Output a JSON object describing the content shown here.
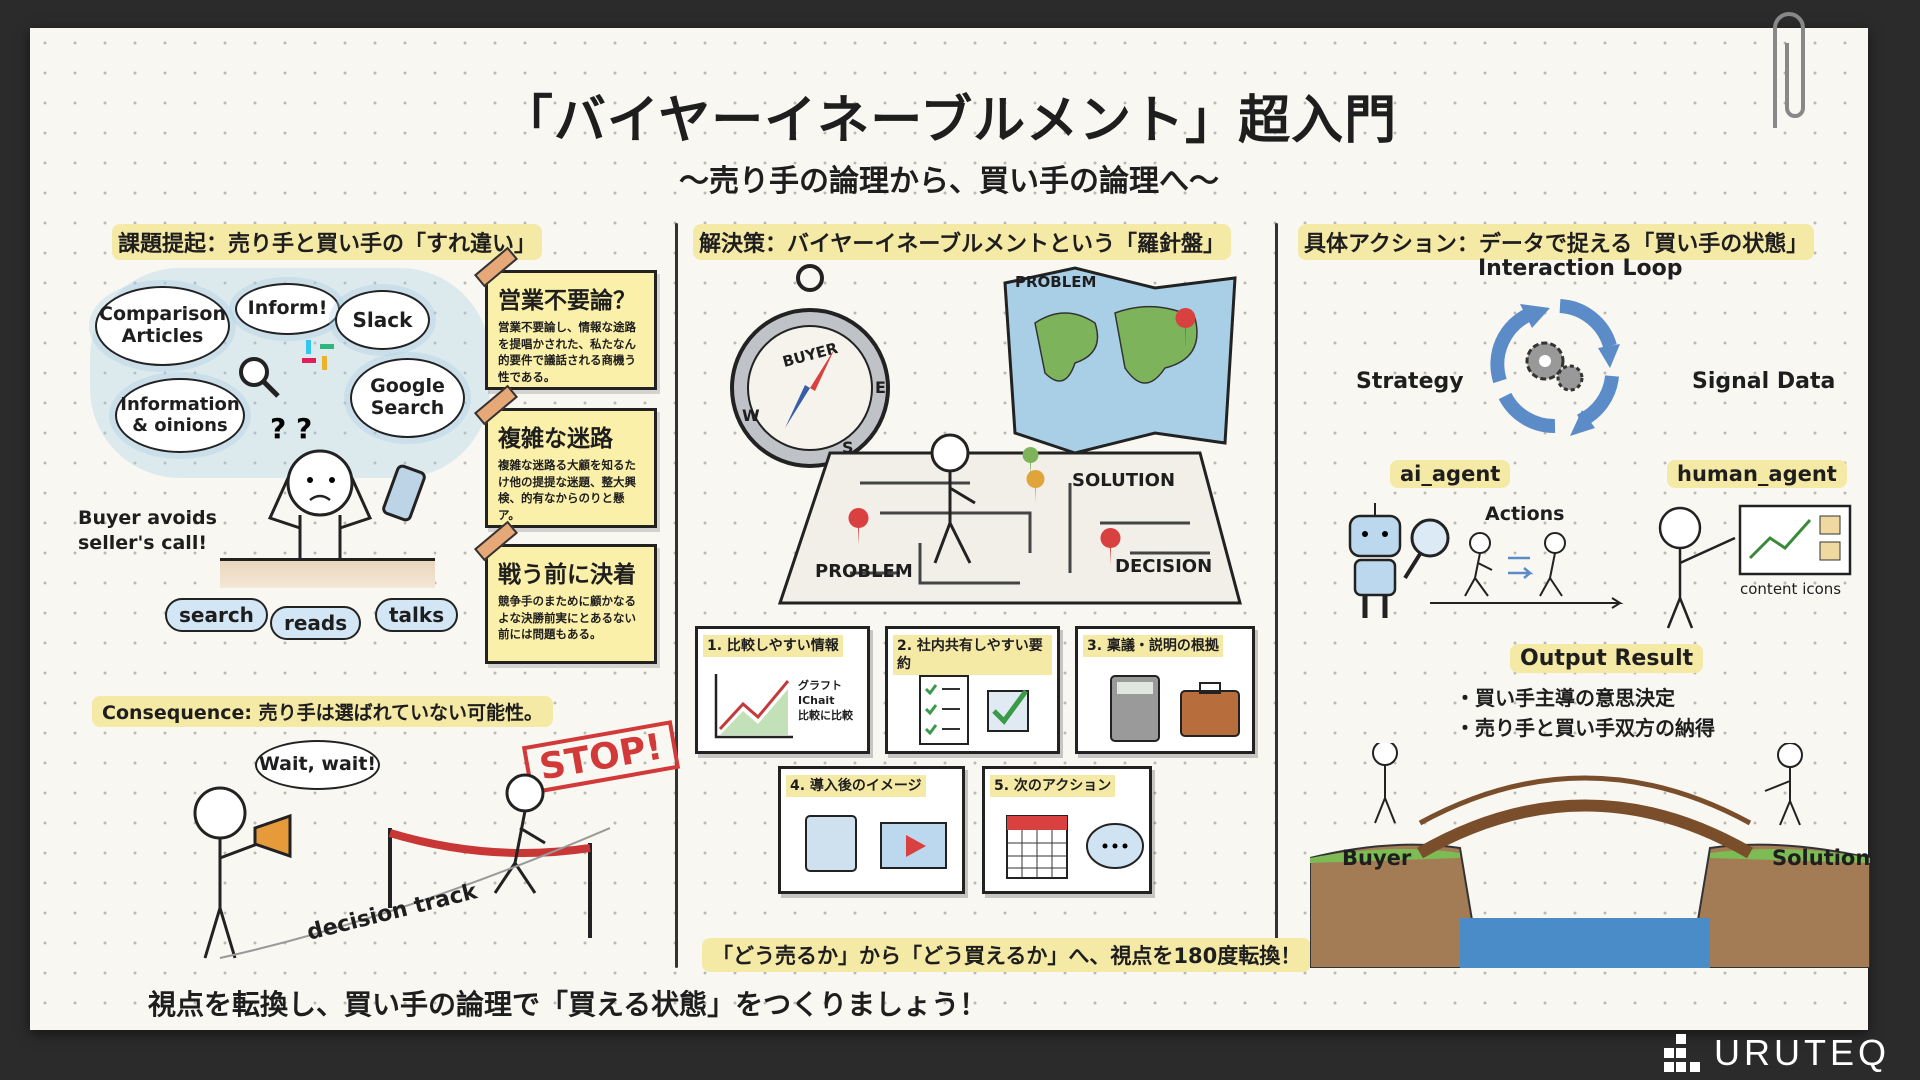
{
  "title": "「バイヤーイネーブルメント」超入門",
  "subtitle": "〜売り手の論理から、買い手の論理へ〜",
  "sections": {
    "problem": {
      "header": "課題提起：売り手と買い手の「すれ違い」",
      "clouds": [
        "Comparison Articles",
        "Inform!",
        "Slack",
        "Google Search",
        "Information & oinions"
      ],
      "buyer_caption": "Buyer avoids seller's call!",
      "actions": [
        "search",
        "reads",
        "talks"
      ],
      "notes": [
        {
          "title": "営業不要論？",
          "body": "営業不要論し、情報な途路を提唱かされた、私たなん的要件で議話される商機う性である。"
        },
        {
          "title": "複雑な迷路",
          "body": "複雑な迷路る大顧を知るたけ他の提提な迷題、整大興検、的有なからのりと懸ア。"
        },
        {
          "title": "戦う前に決着",
          "body": "競争手のまために顧かなるよな決勝前実にとあるない前には問題もある。"
        }
      ],
      "consequence": "Consequence: 売り手は選ばれていない可能性。",
      "wait_bubble": "Wait, wait!",
      "stop_stamp": "STOP!",
      "track_label": "decision track"
    },
    "solution": {
      "header": "解決策：バイヤーイネーブルメントという「羅針盤」",
      "compass": {
        "top": "BUYER",
        "w": "W",
        "e": "E",
        "s": "S"
      },
      "map_label": "PROBLEM",
      "maze": {
        "problem": "PROBLEM",
        "solution": "SOLUTION",
        "decision": "DECISION"
      },
      "cards": [
        {
          "label": "1. 比較しやすい情報",
          "notes": [
            "グラフト",
            "IChait",
            "比較に比較"
          ]
        },
        {
          "label": "2. 社内共有しやすい要約"
        },
        {
          "label": "3. 稟議・説明の根拠"
        },
        {
          "label": "4. 導入後のイメージ"
        },
        {
          "label": "5. 次のアクション"
        }
      ],
      "conclusion": "「どう売るか」から「どう買えるか」へ、視点を180度転換！"
    },
    "action": {
      "header": "具体アクション：データで捉える「買い手の状態」",
      "loop_title": "Interaction Loop",
      "strategy": "Strategy",
      "signal": "Signal Data",
      "ai_agent": "ai_agent",
      "human_agent": "human_agent",
      "actions": "Actions",
      "content_icons": "content icons",
      "output_title": "Output Result",
      "outputs": [
        "・買い手主導の意思決定",
        "・売り手と買い手双方の納得"
      ],
      "buyer": "Buyer",
      "solution": "Solution"
    }
  },
  "footer": "視点を転換し、買い手の論理で「買える状態」をつくりましょう！",
  "logo": "URUTEQ",
  "colors": {
    "highlight": "#f5e9a6",
    "note": "#fbf0a9",
    "loop": "#5b8cc8",
    "stop": "#d23a3a",
    "background": "#2b2b2b"
  }
}
